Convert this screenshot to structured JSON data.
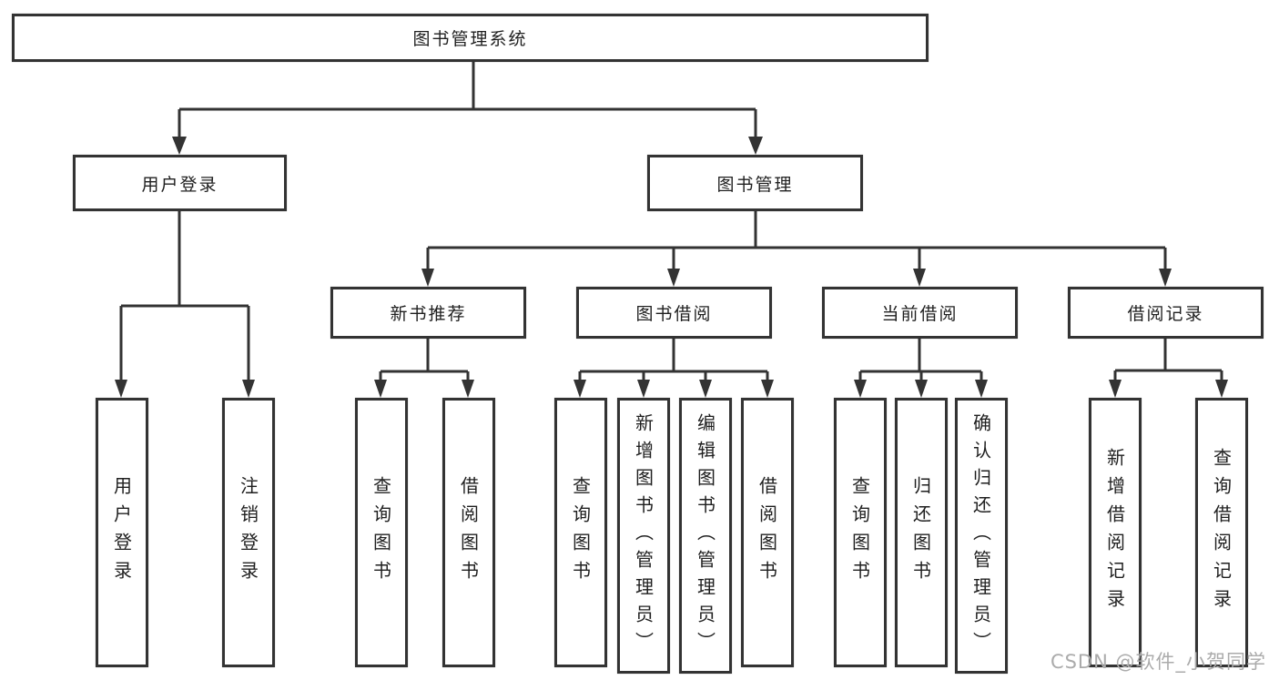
{
  "tree": {
    "root": {
      "label": "图书管理系统"
    },
    "branches": [
      {
        "label": "用户登录",
        "children": [
          {
            "label": "用户登录"
          },
          {
            "label": "注销登录"
          }
        ]
      },
      {
        "label": "图书管理",
        "children": [
          {
            "label": "新书推荐",
            "children": [
              {
                "label": "查询图书"
              },
              {
                "label": "借阅图书"
              }
            ]
          },
          {
            "label": "图书借阅",
            "children": [
              {
                "label": "查询图书"
              },
              {
                "label": "新增图书（管理员）"
              },
              {
                "label": "编辑图书（管理员）"
              },
              {
                "label": "借阅图书"
              }
            ]
          },
          {
            "label": "当前借阅",
            "children": [
              {
                "label": "查询图书"
              },
              {
                "label": "归还图书"
              },
              {
                "label": "确认归还（管理员）"
              }
            ]
          },
          {
            "label": "借阅记录",
            "children": [
              {
                "label": "新增借阅记录"
              },
              {
                "label": "查询借阅记录"
              }
            ]
          }
        ]
      }
    ]
  },
  "colors": {
    "line": "#333333",
    "text": "#1f1f1f",
    "watermark": "#ababab",
    "background": "#ffffff"
  },
  "watermark": "CSDN @软件_小贺同学"
}
